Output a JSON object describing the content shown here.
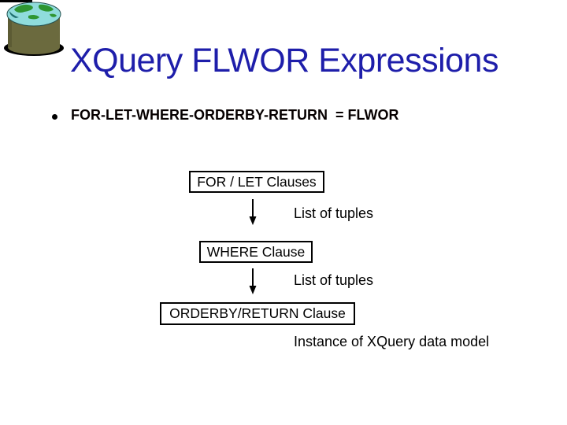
{
  "slide": {
    "title": "XQuery FLWOR Expressions",
    "bullet_text": "FOR-LET-WHERE-ORDERBY-RETURN  = FLWOR",
    "logo_icon": "globe-database-icon",
    "colors": {
      "background": "#FFFFFF",
      "title_text": "#1E1EAA",
      "bullet_text": "#060000",
      "diagram_text": "#000000",
      "box_border": "#000000",
      "logo_cylinder": "#6B6A3E",
      "logo_ocean": "#8FDCDC",
      "logo_land": "#2E9632"
    }
  },
  "diagram": {
    "boxes": [
      {
        "label": "FOR / LET Clauses"
      },
      {
        "label": "WHERE Clause"
      },
      {
        "label": "ORDERBY/RETURN Clause"
      }
    ],
    "labels": [
      {
        "text": "List of tuples"
      },
      {
        "text": "List of tuples"
      },
      {
        "text": "Instance of XQuery data model"
      }
    ],
    "arrow_icon": "arrow-down-icon"
  }
}
